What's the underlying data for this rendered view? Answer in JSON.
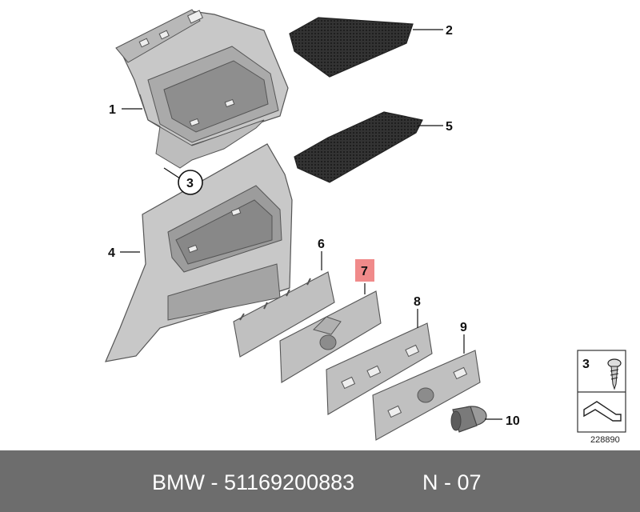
{
  "callouts": [
    {
      "id": "1",
      "highlight": false
    },
    {
      "id": "2",
      "highlight": false
    },
    {
      "id": "3",
      "highlight": false,
      "circled": true
    },
    {
      "id": "4",
      "highlight": false
    },
    {
      "id": "5",
      "highlight": false
    },
    {
      "id": "6",
      "highlight": false
    },
    {
      "id": "7",
      "highlight": true
    },
    {
      "id": "8",
      "highlight": false
    },
    {
      "id": "9",
      "highlight": false
    },
    {
      "id": "10",
      "highlight": false
    }
  ],
  "legend": {
    "item": "3",
    "reference": "228890"
  },
  "footer": {
    "brand_part": "BMW - 51169200883",
    "page": "N - 07"
  },
  "colors": {
    "highlight": "#f08a8a",
    "footer_bg": "#6d6d6d",
    "part_fill": "#c8c8c8",
    "mat_fill": "#2c2c2c"
  }
}
